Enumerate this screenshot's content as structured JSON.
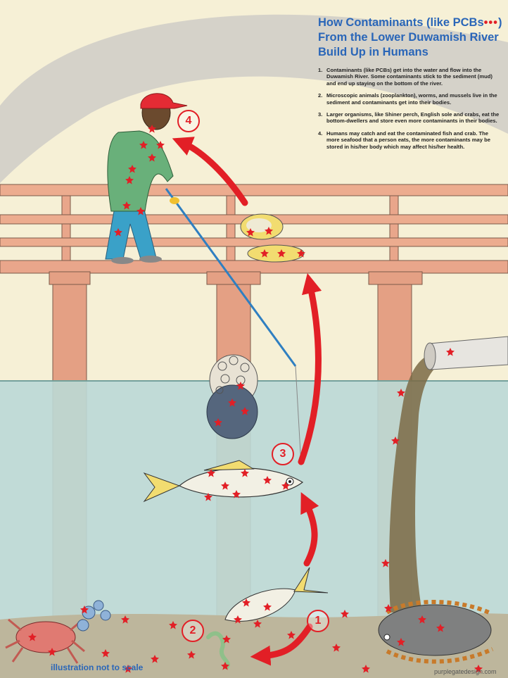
{
  "header": {
    "title_line1_a": "How Contaminants (like PCBs",
    "title_dots": "•••",
    "title_line1_b": ")",
    "title_line2": "From the Lower Duwamish River",
    "title_line3": "Build Up in Humans"
  },
  "steps": [
    {
      "number": "1.",
      "text": "Contaminants (like PCBs) get into the water and flow into the Duwamish River. Some contaminants stick to the sediment (mud) and end up staying on the bottom of the river."
    },
    {
      "number": "2.",
      "text": "Microscopic animals (zooplankton), worms, and mussels live in the sediment and contaminants get into their bodies."
    },
    {
      "number": "3.",
      "text": "Larger organisms, like Shiner perch, English sole and crabs, eat the bottom-dwellers and store even more contaminants in their bodies."
    },
    {
      "number": "4.",
      "text": "Humans may catch and eat the contaminated fish and crab. The more seafood that a person eats, the more contaminants may be stored in his/her body which may affect his/her health."
    }
  ],
  "badges": {
    "b1": "1",
    "b2": "2",
    "b3": "3",
    "b4": "4"
  },
  "note": "illustration not to scale",
  "credit": "purplegatedesign.com",
  "colors": {
    "title": "#2a66b8",
    "contaminant": "#e21f26",
    "arrow": "#e21f26",
    "water": "#bcd8d4",
    "sky": "#f6f0d6",
    "pier": "#e9a68b",
    "sediment": "#bdb69c"
  }
}
